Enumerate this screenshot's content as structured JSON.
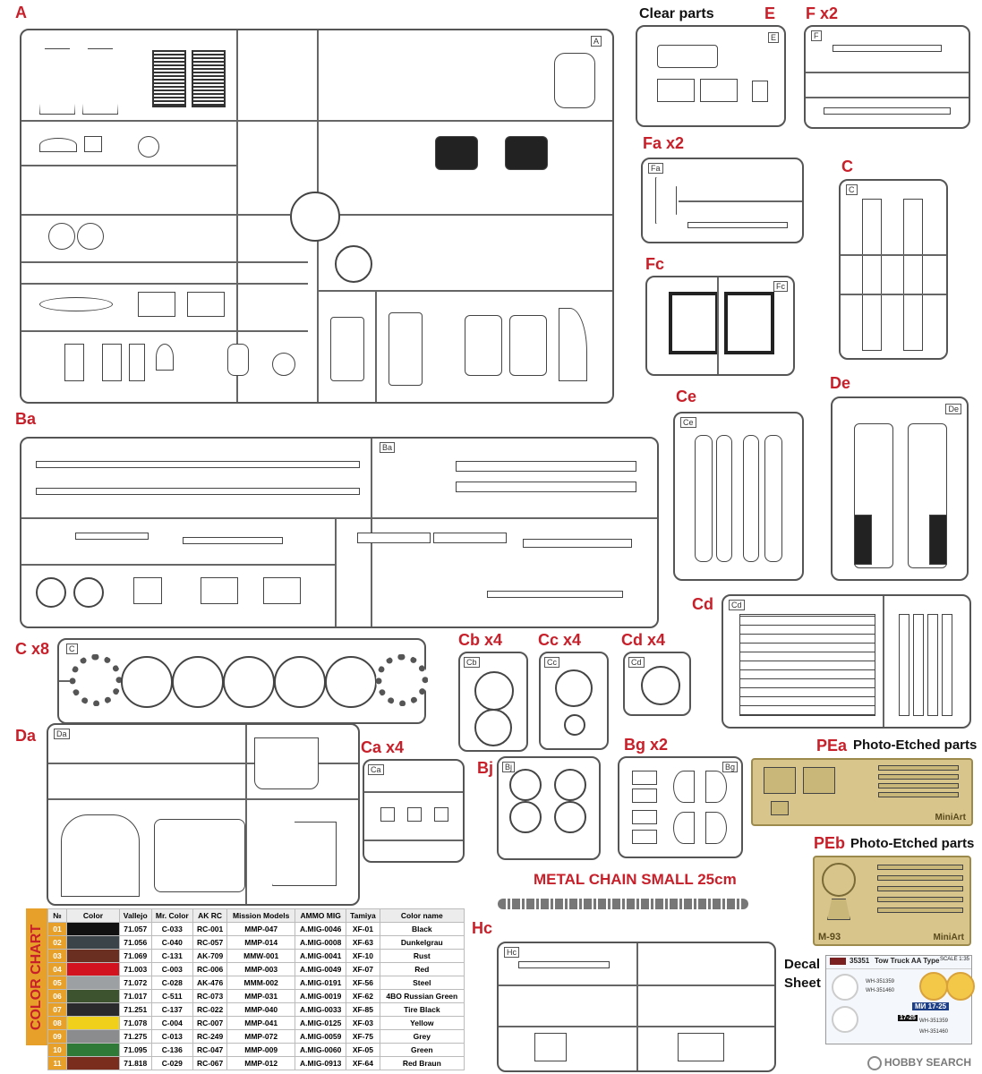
{
  "sprues": {
    "a": {
      "label": "A",
      "tag": "A"
    },
    "ba": {
      "label": "Ba",
      "tag": "Ba"
    },
    "c8": {
      "label": "C x8",
      "tag": "C"
    },
    "da": {
      "label": "Da",
      "tag": "Da"
    },
    "clear": {
      "header": "Clear parts",
      "label": "E",
      "tag": "E"
    },
    "f": {
      "label": "F x2",
      "tag": "F"
    },
    "fa": {
      "label": "Fa x2",
      "tag": "Fa"
    },
    "c": {
      "label": "C",
      "tag": "C"
    },
    "fc": {
      "label": "Fc",
      "tag": "Fc"
    },
    "ce": {
      "label": "Ce",
      "tag": "Ce"
    },
    "de": {
      "label": "De",
      "tag": "De"
    },
    "cd": {
      "label": "Cd",
      "tag": "Cd"
    },
    "cb": {
      "label": "Cb x4",
      "tag": "Cb"
    },
    "cc": {
      "label": "Cc x4",
      "tag": "Cc"
    },
    "cd4": {
      "label": "Cd x4",
      "tag": "Cd"
    },
    "ca": {
      "label": "Ca x4",
      "tag": "Ca"
    },
    "bj": {
      "label": "Bj",
      "tag": "Bj"
    },
    "bg": {
      "label": "Bg x2",
      "tag": "Bg"
    },
    "hc": {
      "label": "Hc",
      "tag": "Hc"
    }
  },
  "photo_etched": {
    "pea": {
      "label": "PEa",
      "title": "Photo-Etched parts"
    },
    "peb": {
      "label": "PEb",
      "title": "Photo-Etched parts",
      "code": "M-93"
    },
    "brand": "MiniArt"
  },
  "chain": {
    "label": "METAL CHAIN SMALL 25cm"
  },
  "decal": {
    "label_line1": "Decal",
    "label_line2": "Sheet",
    "kit_no": "35351",
    "kit_name": "Tow Truck AA Type",
    "scale_label": "SCALE 1:35",
    "plates": [
      "WH-351359",
      "WH-351460",
      "MИ 17-25",
      "17-25"
    ]
  },
  "color_chart": {
    "side_label": "COLOR CHART",
    "headers": [
      "№",
      "Color",
      "Vallejo",
      "Mr. Color",
      "AK RC",
      "Mission Models",
      "AMMO MIG",
      "Tamiya",
      "Color name"
    ],
    "rows": [
      {
        "no": "01",
        "swatch": "#111111",
        "vallejo": "71.057",
        "mr": "C-033",
        "ak": "RC-001",
        "mm": "MMP-047",
        "ammo": "A.MIG-0046",
        "tamiya": "XF-01",
        "name": "Black"
      },
      {
        "no": "02",
        "swatch": "#3b4449",
        "vallejo": "71.056",
        "mr": "C-040",
        "ak": "RC-057",
        "mm": "MMP-014",
        "ammo": "A.MIG-0008",
        "tamiya": "XF-63",
        "name": "Dunkelgrau"
      },
      {
        "no": "03",
        "swatch": "#6b2f22",
        "vallejo": "71.069",
        "mr": "C-131",
        "ak": "AK-709",
        "mm": "MMW-001",
        "ammo": "A.MIG-0041",
        "tamiya": "XF-10",
        "name": "Rust"
      },
      {
        "no": "04",
        "swatch": "#d3121f",
        "vallejo": "71.003",
        "mr": "C-003",
        "ak": "RC-006",
        "mm": "MMP-003",
        "ammo": "A.MIG-0049",
        "tamiya": "XF-07",
        "name": "Red"
      },
      {
        "no": "05",
        "swatch": "#9da0a3",
        "vallejo": "71.072",
        "mr": "C-028",
        "ak": "AK-476",
        "mm": "MMM-002",
        "ammo": "A.MIG-0191",
        "tamiya": "XF-56",
        "name": "Steel"
      },
      {
        "no": "06",
        "swatch": "#3d5330",
        "vallejo": "71.017",
        "mr": "C-511",
        "ak": "RC-073",
        "mm": "MMP-031",
        "ammo": "A.MIG-0019",
        "tamiya": "XF-62",
        "name": "4BO Russian Green"
      },
      {
        "no": "07",
        "swatch": "#2a2a2d",
        "vallejo": "71.251",
        "mr": "C-137",
        "ak": "RC-022",
        "mm": "MMP-040",
        "ammo": "A.MIG-0033",
        "tamiya": "XF-85",
        "name": "Tire Black"
      },
      {
        "no": "08",
        "swatch": "#f1d01c",
        "vallejo": "71.078",
        "mr": "C-004",
        "ak": "RC-007",
        "mm": "MMP-041",
        "ammo": "A.MIG-0125",
        "tamiya": "XF-03",
        "name": "Yellow"
      },
      {
        "no": "09",
        "swatch": "#8a8c8d",
        "vallejo": "71.275",
        "mr": "C-013",
        "ak": "RC-249",
        "mm": "MMP-072",
        "ammo": "A.MIG-0059",
        "tamiya": "XF-75",
        "name": "Grey"
      },
      {
        "no": "10",
        "swatch": "#2f7a36",
        "vallejo": "71.095",
        "mr": "C-136",
        "ak": "RC-047",
        "mm": "MMP-009",
        "ammo": "A.MIG-0060",
        "tamiya": "XF-05",
        "name": "Green"
      },
      {
        "no": "11",
        "swatch": "#7b2d1d",
        "vallejo": "71.818",
        "mr": "C-029",
        "ak": "RC-067",
        "mm": "MMP-012",
        "ammo": "A.MIG-0913",
        "tamiya": "XF-64",
        "name": "Red Braun"
      }
    ]
  },
  "watermark": "HOBBY SEARCH"
}
